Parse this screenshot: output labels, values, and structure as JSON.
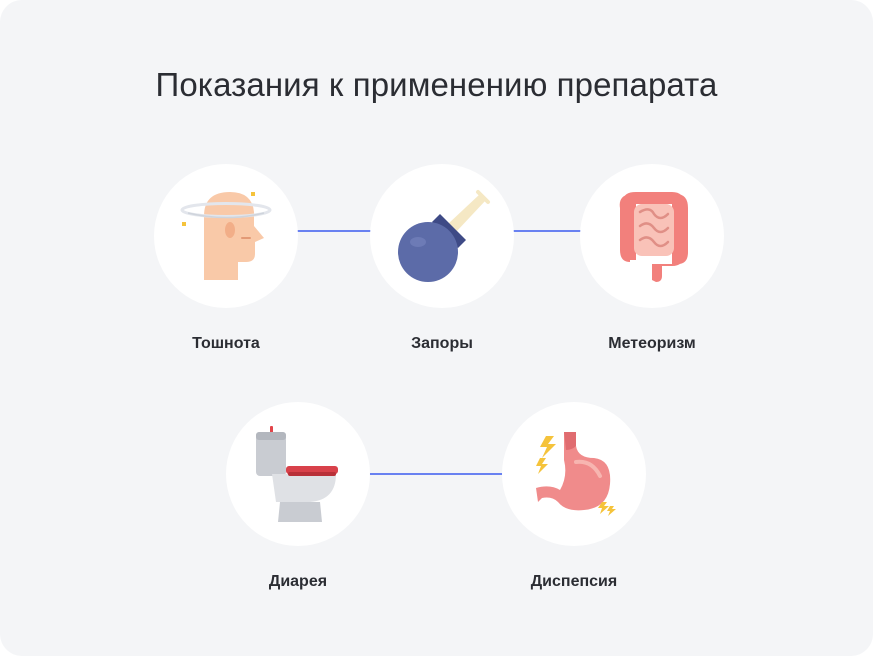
{
  "title": "Показания к применению препарата",
  "colors": {
    "background": "#f4f5f7",
    "connector": "#3b5bef",
    "text": "#2b2d33"
  },
  "indications": [
    {
      "label": "Тошнота",
      "icon": "dizzy-head-icon"
    },
    {
      "label": "Запоры",
      "icon": "enema-bulb-icon"
    },
    {
      "label": "Метеоризм",
      "icon": "intestines-icon"
    },
    {
      "label": "Диарея",
      "icon": "toilet-icon"
    },
    {
      "label": "Диспепсия",
      "icon": "stomach-icon"
    }
  ]
}
